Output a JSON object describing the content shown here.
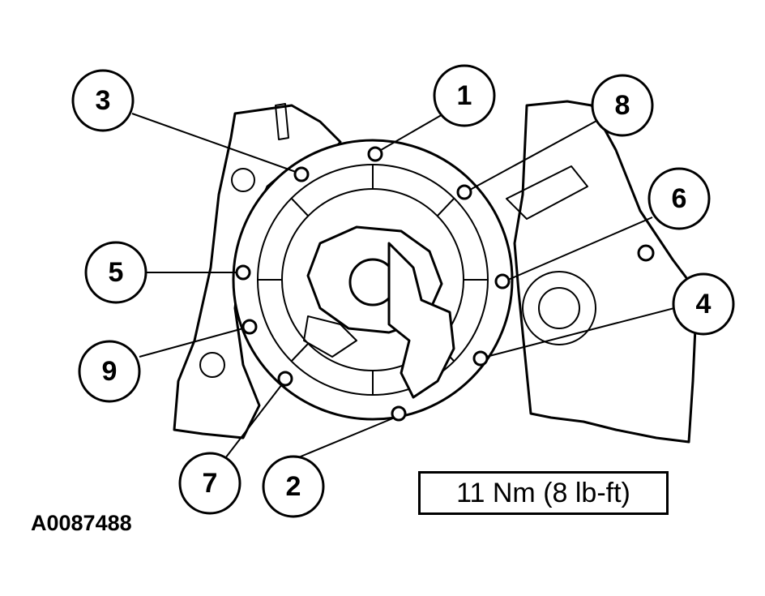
{
  "diagram": {
    "callouts": [
      "1",
      "2",
      "3",
      "4",
      "5",
      "6",
      "7",
      "8",
      "9"
    ],
    "torque_spec": "11 Nm (8 lb-ft)",
    "figure_id": "A0087488"
  },
  "colors": {
    "line": "#000000",
    "background": "#ffffff"
  }
}
